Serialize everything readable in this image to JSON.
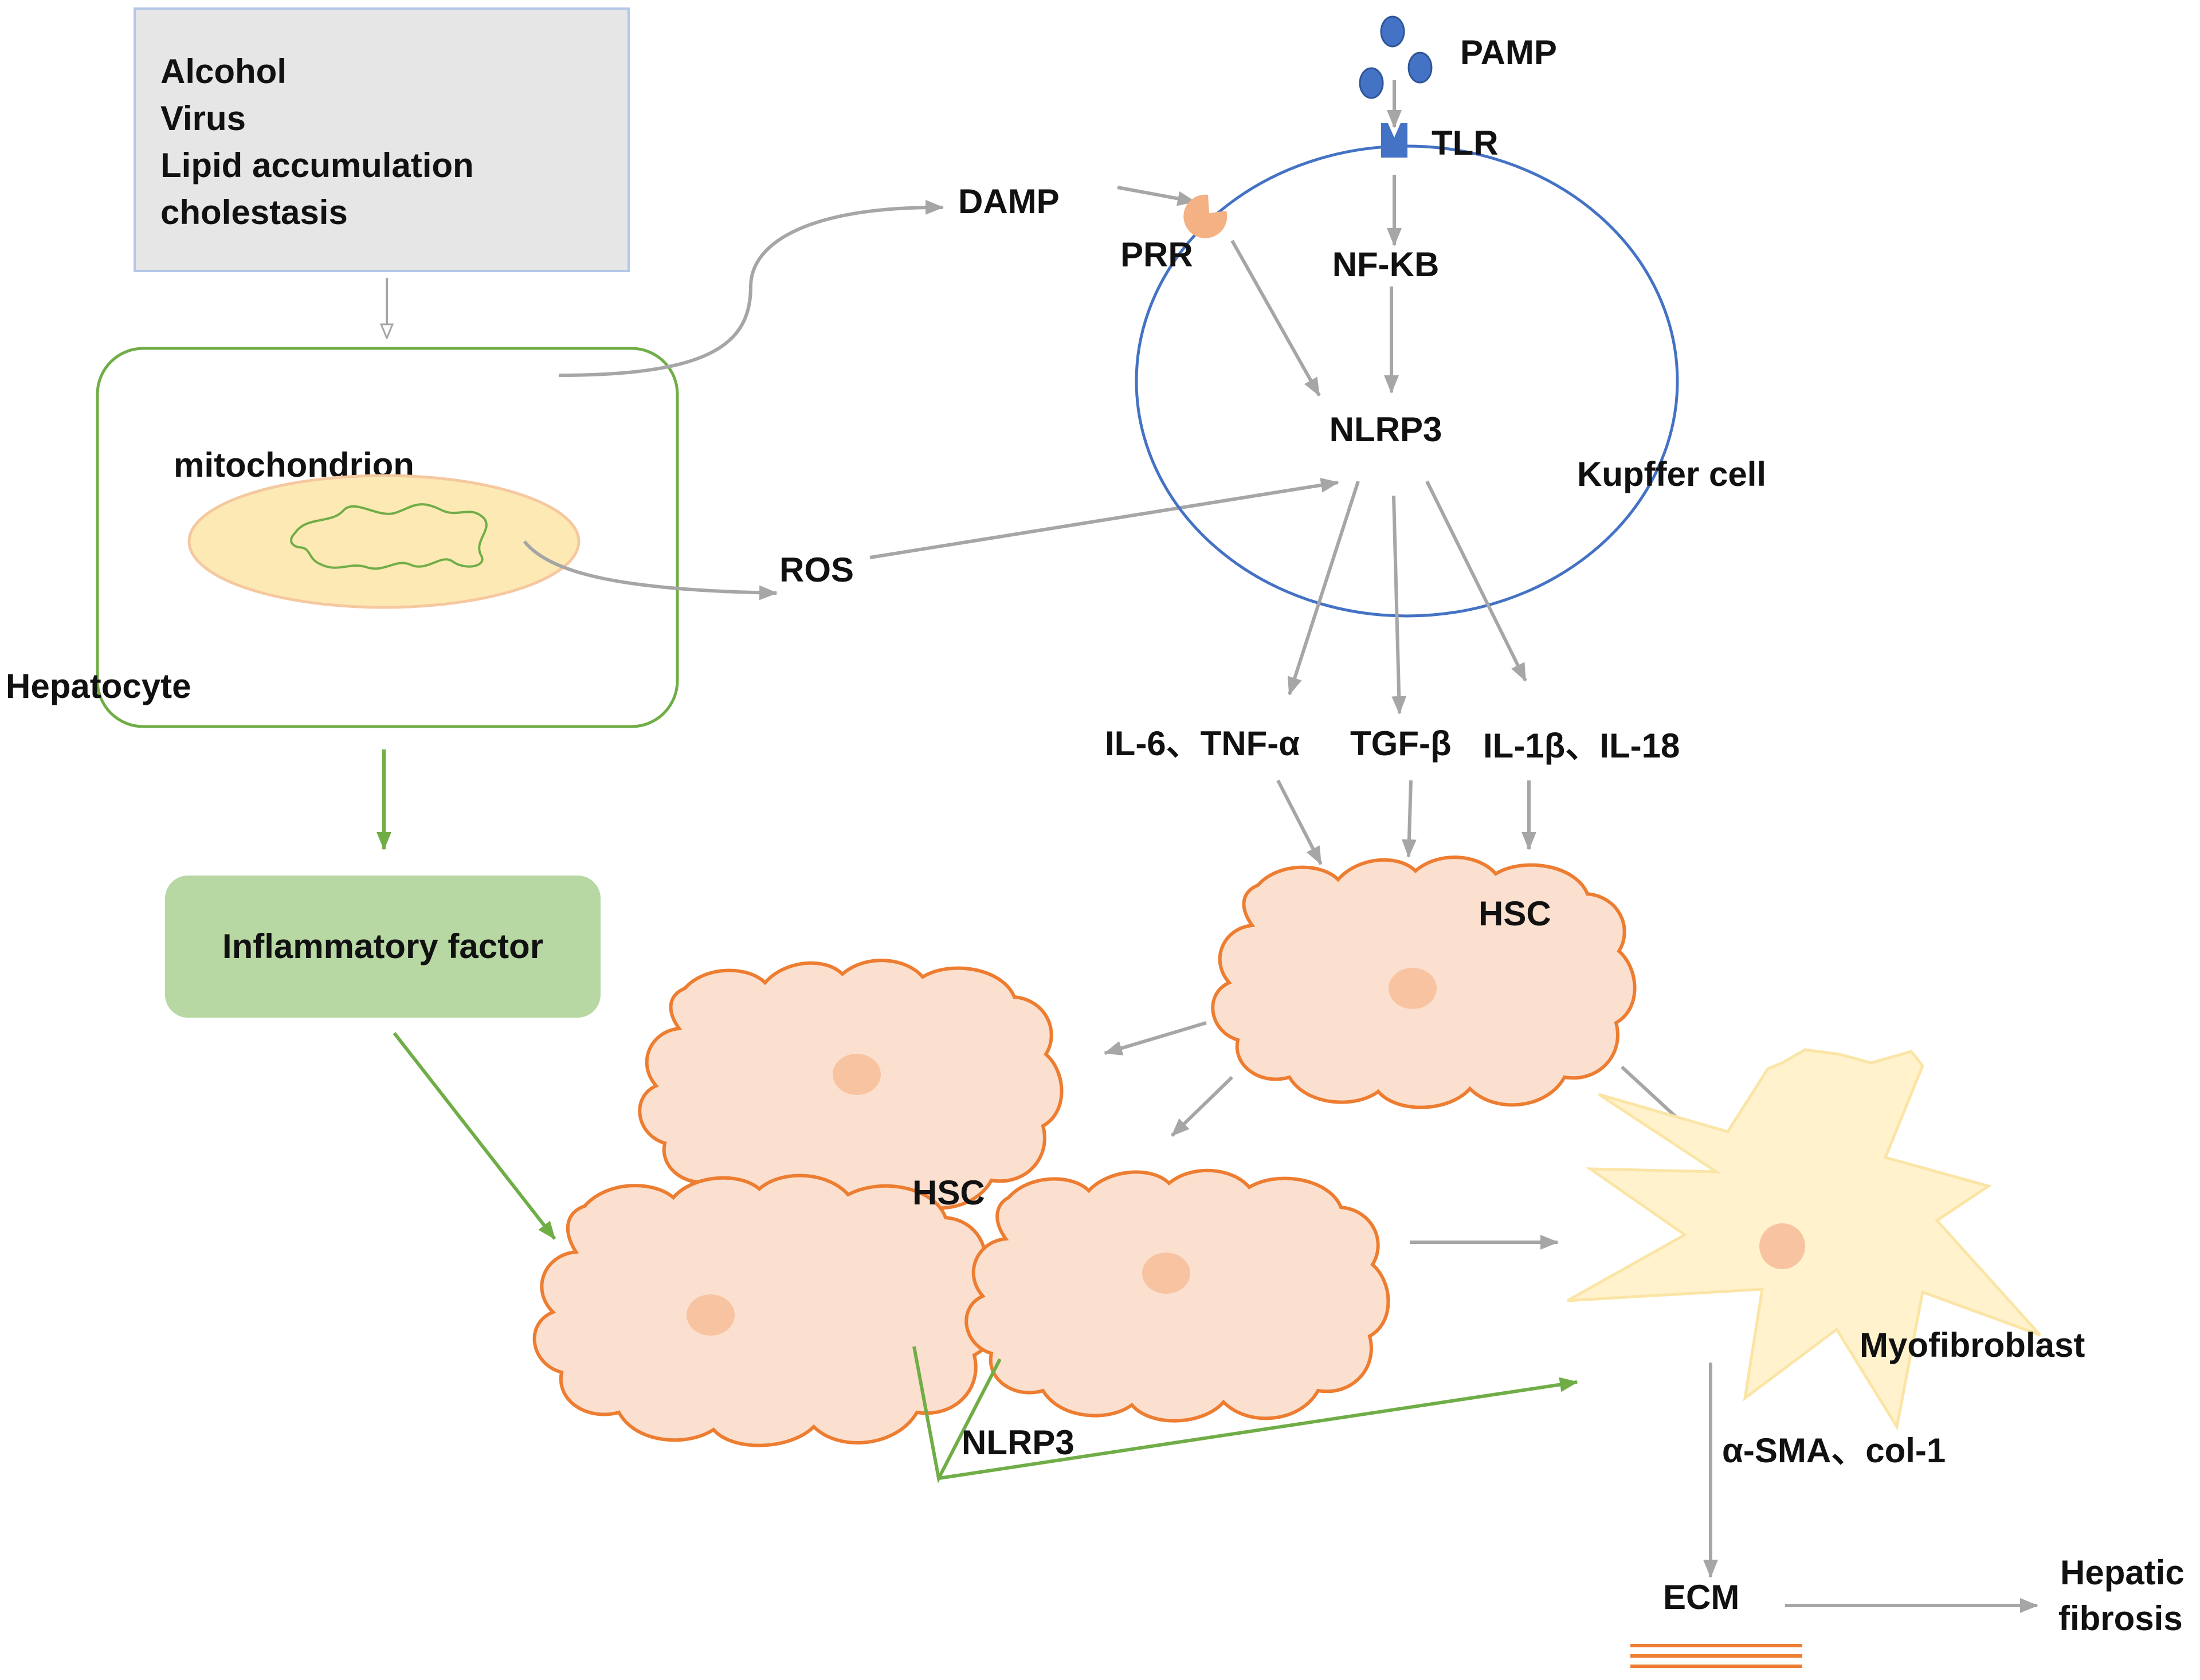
{
  "causes": [
    "Alcohol",
    "Virus",
    "Lipid accumulation",
    "cholestasis"
  ],
  "labels": {
    "hepatocyte": "Hepatocyte",
    "mitochondrion": "mitochondrion",
    "inflammatory_factor": "Inflammatory factor",
    "damp": "DAMP",
    "pamp": "PAMP",
    "tlr": "TLR",
    "prr": "PRR",
    "nfkb": "NF-KB",
    "nlrp3_kupffer": "NLRP3",
    "kupffer_cell": "Kupffer cell",
    "ros": "ROS",
    "il6_tnf": "IL-6、TNF-α",
    "tgf": "TGF-β",
    "il1_il18": "IL-1β、IL-18",
    "hsc_activated": "HSC",
    "hsc_cluster": "HSC",
    "nlrp3_hsc": "NLRP3",
    "myofibroblast": "Myofibroblast",
    "markers": "α-SMA、col-1",
    "ecm": "ECM",
    "fibrosis_line1": "Hepatic",
    "fibrosis_line2": "fibrosis"
  },
  "colors": {
    "arrow_gray": "#a6a6a6",
    "arrow_green": "#70ad47",
    "cause_box_fill": "#e7e6e6",
    "cause_box_border": "#b4c7e7",
    "hepatocyte_border": "#70ad47",
    "inflammatory_box_fill": "#b7d7a3",
    "mito_fill": "#fde9b4",
    "mito_border": "#f5c8a0",
    "kupffer_border": "#4472c4",
    "receptor": "#4472c4",
    "prr": "#f4b183",
    "hsc_fill": "#fce0cf",
    "hsc_border": "#ed7d31",
    "nucleus": "#f8c3a1",
    "myofibroblast_fill": "#fff2cc",
    "ecm_lines": "#ed7d31"
  }
}
